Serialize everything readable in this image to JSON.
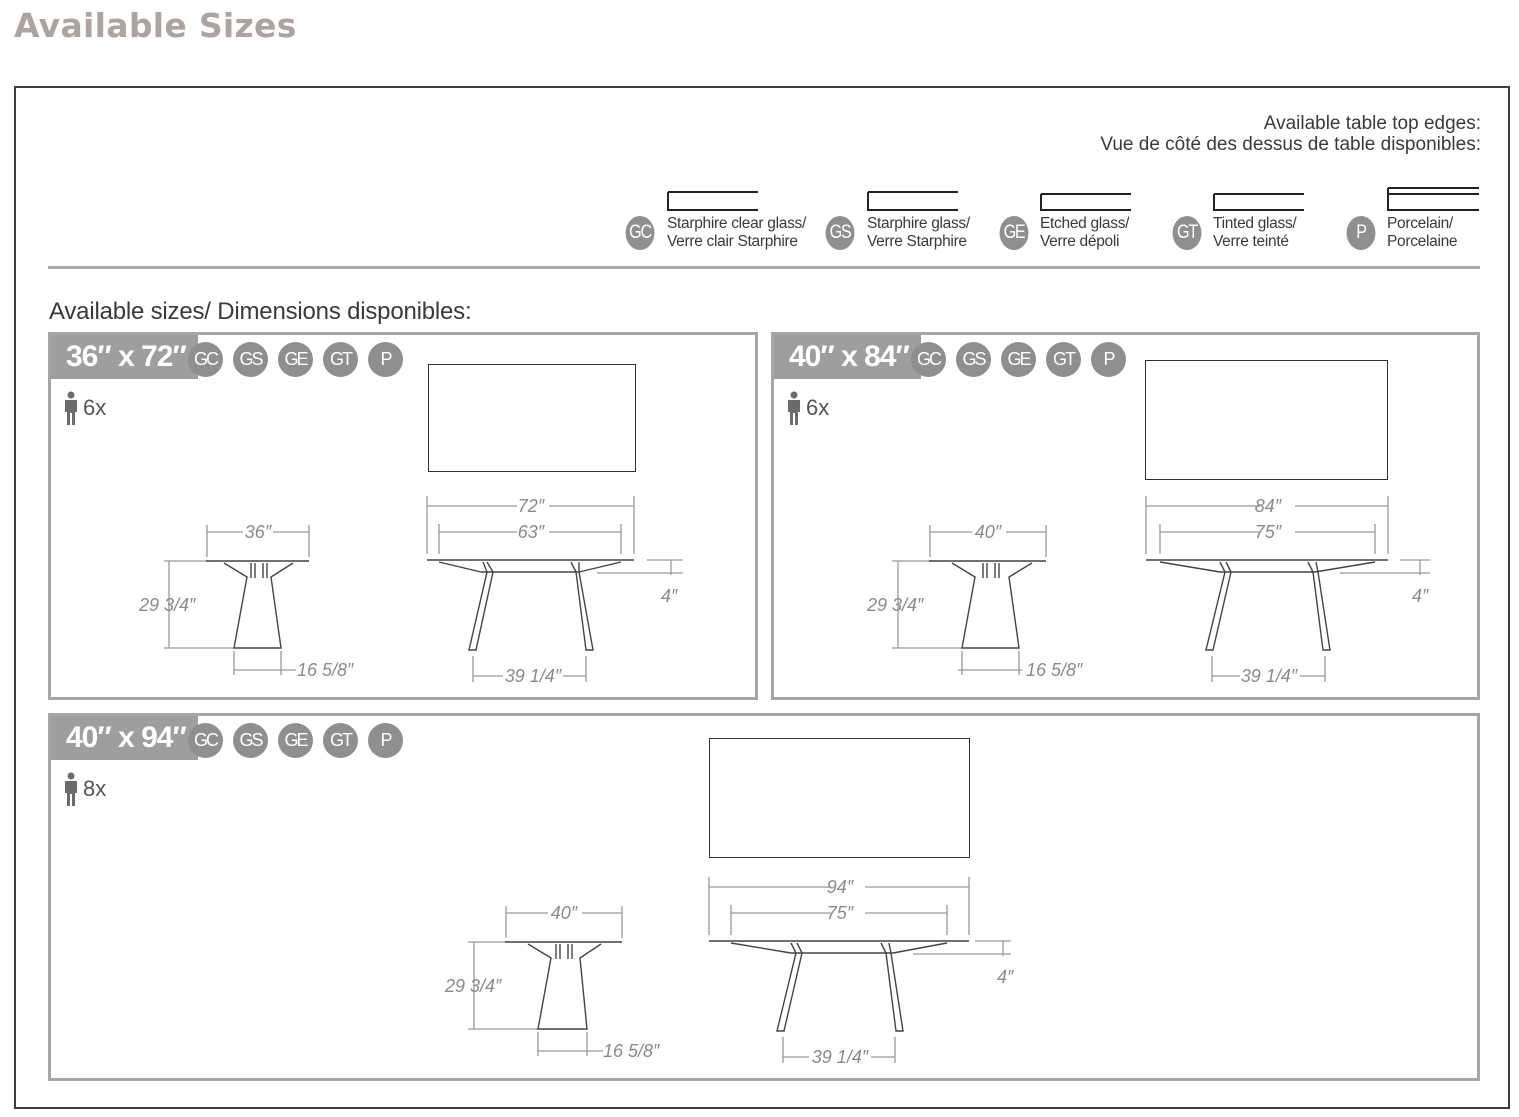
{
  "page": {
    "title": "Available Sizes"
  },
  "edges": {
    "title_en": "Available table top edges:",
    "title_fr": "Vue de côté des dessus de table disponibles:",
    "items": [
      {
        "code": "GC",
        "line1": "Starphire clear glass/",
        "line2": "Verre clair Starphire",
        "profile": "single"
      },
      {
        "code": "GS",
        "line1": "Starphire glass/",
        "line2": "Verre Starphire",
        "profile": "single"
      },
      {
        "code": "GE",
        "line1": "Etched glass/",
        "line2": "Verre dépoli",
        "profile": "single"
      },
      {
        "code": "GT",
        "line1": "Tinted glass/",
        "line2": "Verre teinté",
        "profile": "single"
      },
      {
        "code": "P",
        "line1": "Porcelain/",
        "line2": "Porcelaine",
        "profile": "double"
      }
    ]
  },
  "sizes": {
    "heading": "Available sizes/ Dimensions disponibles:",
    "panels": [
      {
        "label": "36″ x 72″",
        "badges": [
          "GC",
          "GS",
          "GE",
          "GT",
          "P"
        ],
        "seats": "6x",
        "end_view": {
          "width": "36″",
          "height": "29 3/4″",
          "base": "16 5/8″"
        },
        "side_view": {
          "length": "72″",
          "inner": "63″",
          "apron": "4″",
          "leg_span": "39 1/4″"
        }
      },
      {
        "label": "40″ x 84″",
        "badges": [
          "GC",
          "GS",
          "GE",
          "GT",
          "P"
        ],
        "seats": "6x",
        "end_view": {
          "width": "40″",
          "height": "29 3/4″",
          "base": "16 5/8″"
        },
        "side_view": {
          "length": "84″",
          "inner": "75″",
          "apron": "4″",
          "leg_span": "39 1/4″"
        }
      },
      {
        "label": "40″ x 94″",
        "badges": [
          "GC",
          "GS",
          "GE",
          "GT",
          "P"
        ],
        "seats": "8x",
        "end_view": {
          "width": "40″",
          "height": "29 3/4″",
          "base": "16 5/8″"
        },
        "side_view": {
          "length": "94″",
          "inner": "75″",
          "apron": "4″",
          "leg_span": "39 1/4″"
        }
      }
    ]
  },
  "colors": {
    "title": "#ada4a0",
    "frame": "#3d3d3d",
    "panel_border": "#a6a6a6",
    "badge": "#8f8f8f",
    "size_tag": "#9e9e9e",
    "dimension_text": "#8a8a8a"
  }
}
